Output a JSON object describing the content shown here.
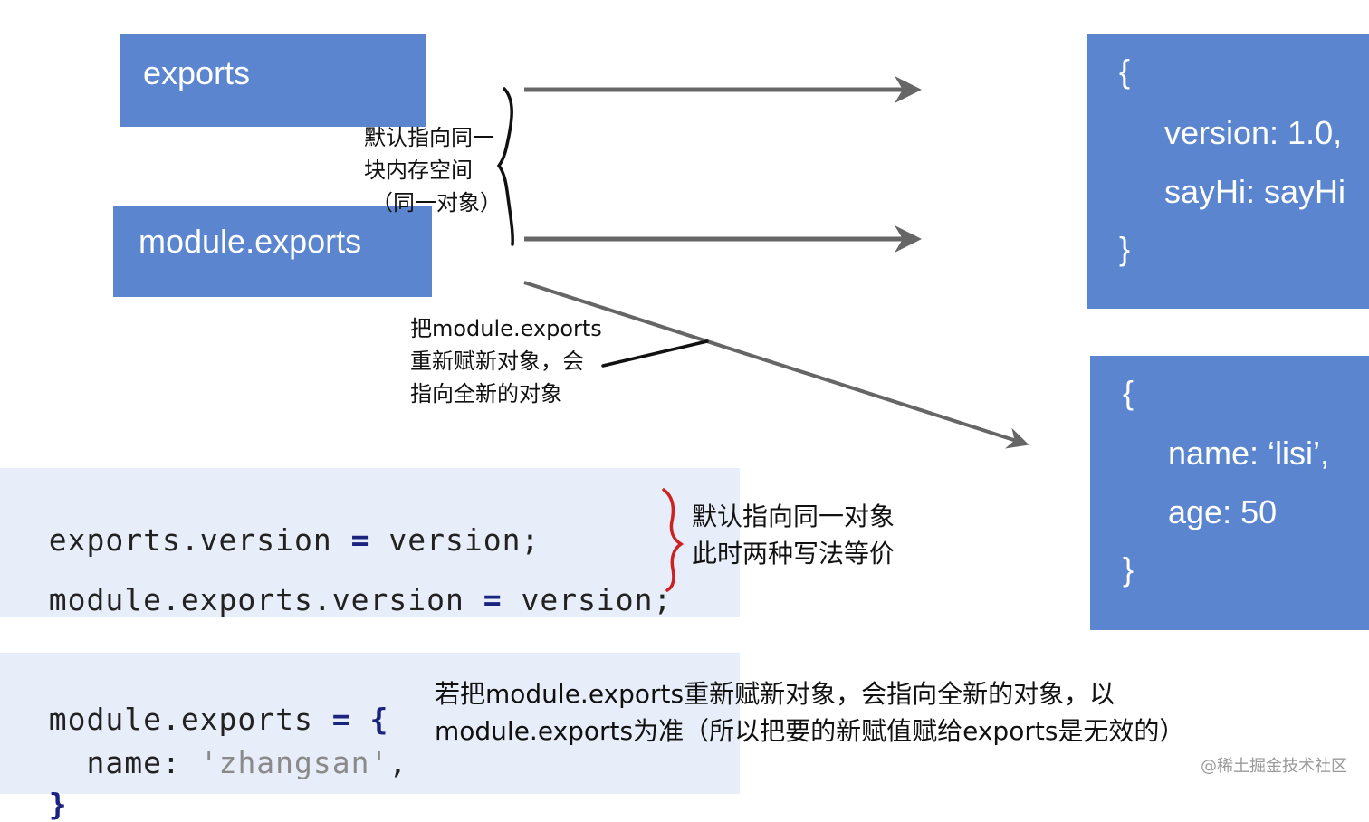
{
  "boxes": {
    "exports": "exports",
    "module_exports": "module.exports"
  },
  "object_a": {
    "open": "{",
    "line1": "version: 1.0,",
    "line2": "sayHi: sayHi",
    "close": "}"
  },
  "object_b": {
    "open": "{",
    "line1": "name: ‘lisi’,",
    "line2": "age: 50",
    "close": "}"
  },
  "notes": {
    "same_object": [
      "默认指向同一",
      "块内存空间",
      "（同一对象）"
    ],
    "reassign": [
      "把module.exports",
      "重新赋新对象，会",
      "指向全新的对象"
    ],
    "equivalent": [
      "默认指向同一对象",
      "此时两种写法等价"
    ]
  },
  "code1": {
    "line1": {
      "a": "exports.version ",
      "op": "=",
      "b": " version;"
    },
    "line2": {
      "a": "module.exports.version ",
      "op": "=",
      "b": " version;"
    }
  },
  "code2": {
    "line1": {
      "a": "module.exports ",
      "op": "=",
      "brace": " {"
    },
    "line2": {
      "key": "  name: ",
      "str": "'zhangsan'",
      "comma": ","
    },
    "line3": {
      "brace": "}"
    }
  },
  "caption": [
    "若把module.exports重新赋新对象，会指向全新的对象，以",
    "module.exports为准（所以把要的新赋值赋给exports是无效的）"
  ],
  "watermark": "@稀土掘金技术社区",
  "colors": {
    "box_blue": "#5b86cf",
    "code_bg": "#e8eef9",
    "arrow_gray": "#666666",
    "red_brace": "#cc2222"
  }
}
